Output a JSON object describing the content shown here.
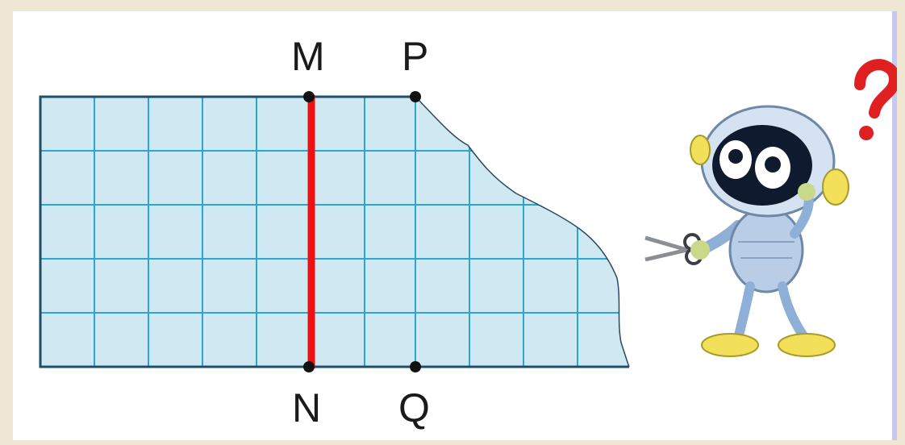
{
  "labels": {
    "M": "M",
    "P": "P",
    "N": "N",
    "Q": "Q"
  },
  "colors": {
    "grid_fill": "#cfe8f1",
    "grid_line": "#2aa5d6",
    "border": "#1f4e6b",
    "cut_line": "#ee1111",
    "point": "#111111",
    "question_mark": "#e02020",
    "robot_body": "#b9cde6",
    "robot_visor": "#101a2e",
    "robot_ears": "#f2e05a"
  },
  "icons": {
    "robot": "robot-with-scissors-icon",
    "question": "question-mark-icon",
    "scissors": "scissors-icon"
  }
}
